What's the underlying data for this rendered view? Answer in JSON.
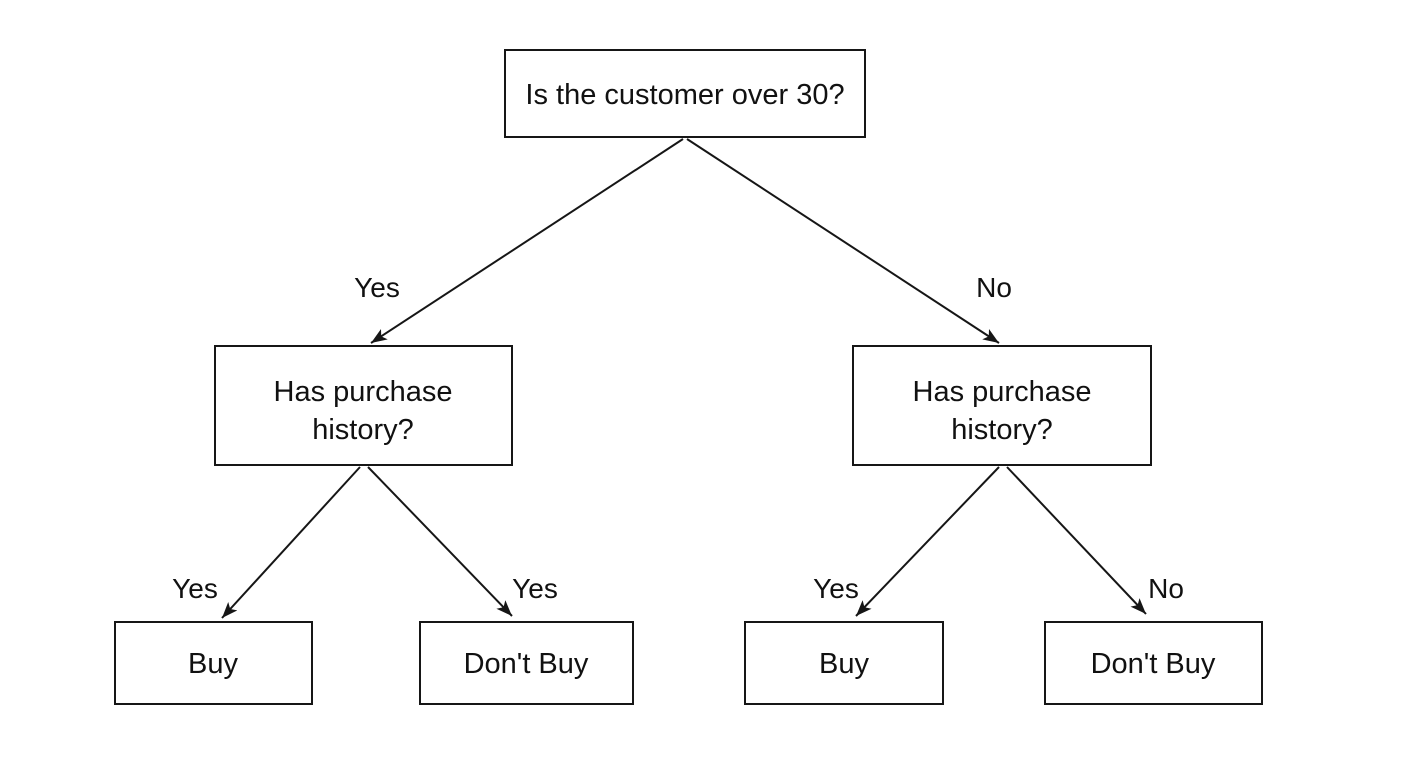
{
  "diagram": {
    "type": "decision-tree",
    "nodes": {
      "root": {
        "label": "Is the customer over 30?"
      },
      "left_question": {
        "label": "Has purchase history?",
        "lines": [
          "Has purchase",
          "history?"
        ]
      },
      "right_question": {
        "label": "Has purchase history?",
        "lines": [
          "Has purchase",
          "history?"
        ]
      },
      "left_leaf_buy": {
        "label": "Buy"
      },
      "left_leaf_dont_buy": {
        "label": "Don't Buy"
      },
      "right_leaf_buy": {
        "label": "Buy"
      },
      "right_leaf_dont_buy": {
        "label": "Don't Buy"
      }
    },
    "edges": {
      "root_to_left": {
        "label": "Yes"
      },
      "root_to_right": {
        "label": "No"
      },
      "left_to_buy": {
        "label": "Yes"
      },
      "left_to_dont_buy": {
        "label": "Yes"
      },
      "right_to_buy": {
        "label": "Yes"
      },
      "right_to_dont_buy": {
        "label": "No"
      }
    }
  },
  "colors": {
    "background": "#ffffff",
    "stroke": "#161616",
    "text": "#111111"
  }
}
